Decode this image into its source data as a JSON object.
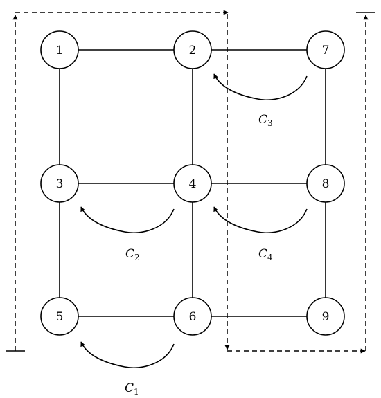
{
  "colors": {
    "stroke": "#000000",
    "background": "#ffffff"
  },
  "nodes": [
    {
      "id": "1",
      "label": "1"
    },
    {
      "id": "2",
      "label": "2"
    },
    {
      "id": "7",
      "label": "7"
    },
    {
      "id": "3",
      "label": "3"
    },
    {
      "id": "4",
      "label": "4"
    },
    {
      "id": "8",
      "label": "8"
    },
    {
      "id": "5",
      "label": "5"
    },
    {
      "id": "6",
      "label": "6"
    },
    {
      "id": "9",
      "label": "9"
    }
  ],
  "edges": [
    [
      "1",
      "2"
    ],
    [
      "2",
      "7"
    ],
    [
      "3",
      "4"
    ],
    [
      "4",
      "8"
    ],
    [
      "5",
      "6"
    ],
    [
      "6",
      "9"
    ],
    [
      "1",
      "3"
    ],
    [
      "3",
      "5"
    ],
    [
      "2",
      "4"
    ],
    [
      "4",
      "6"
    ],
    [
      "7",
      "8"
    ],
    [
      "8",
      "9"
    ]
  ],
  "cycles": [
    {
      "id": "C1",
      "letter": "C",
      "sub": "1"
    },
    {
      "id": "C2",
      "letter": "C",
      "sub": "2"
    },
    {
      "id": "C3",
      "letter": "C",
      "sub": "3"
    },
    {
      "id": "C4",
      "letter": "C",
      "sub": "4"
    }
  ]
}
